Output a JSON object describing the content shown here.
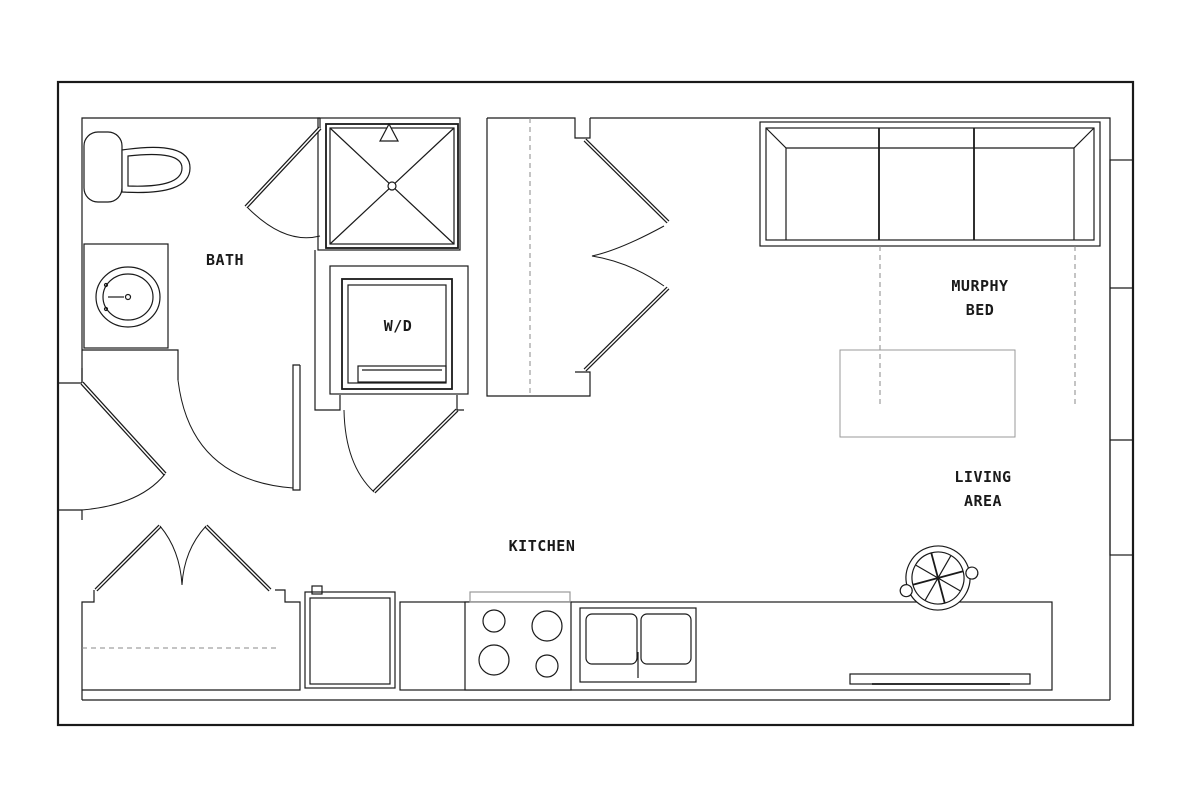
{
  "rooms": {
    "bath": "BATH",
    "wd": "W/D",
    "murphy_line1": "MURPHY",
    "murphy_line2": "BED",
    "living_line1": "LIVING",
    "living_line2": "AREA",
    "kitchen": "KITCHEN"
  }
}
